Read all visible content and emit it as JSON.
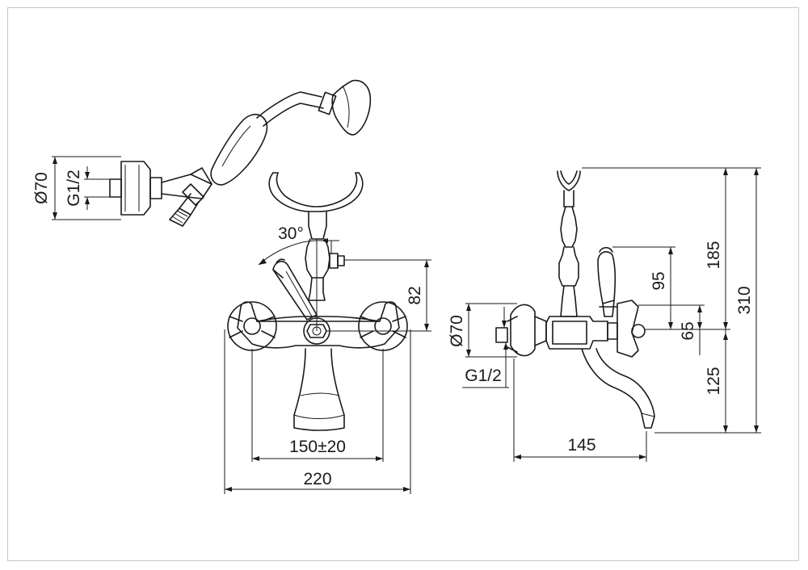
{
  "drawing": {
    "views": [
      "hand-shower",
      "front-view",
      "side-view"
    ],
    "dimensions": {
      "shower_diameter": "Ø70",
      "shower_thread": "G1/2",
      "angle": "30°",
      "height_82": "82",
      "spacing": "150±20",
      "width": "220",
      "side_diameter": "Ø70",
      "side_thread": "G1/2",
      "height_95": "95",
      "height_185": "185",
      "height_310": "310",
      "height_65": "65",
      "height_125": "125",
      "reach": "145"
    }
  }
}
